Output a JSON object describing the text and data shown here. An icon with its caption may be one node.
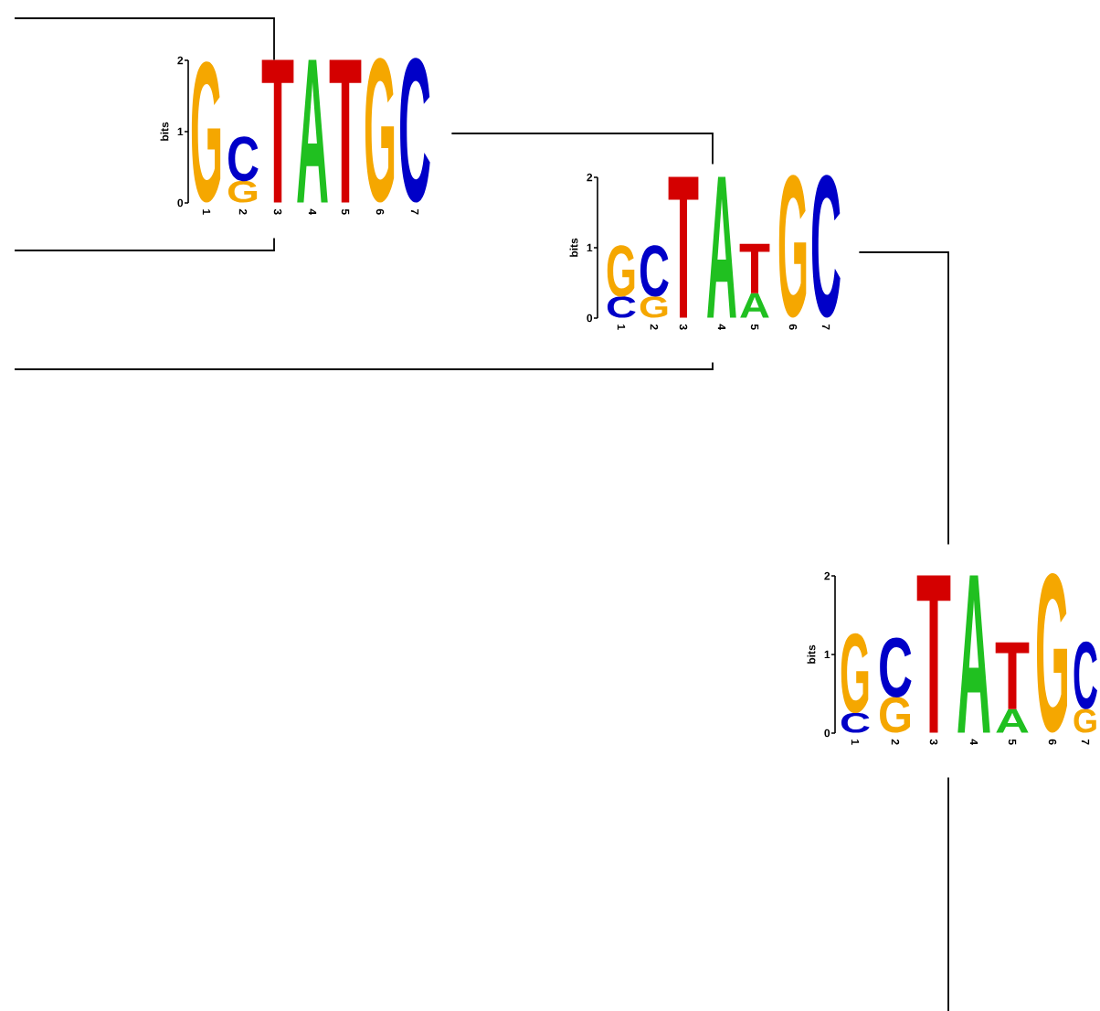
{
  "diagram": {
    "nodes": [
      {
        "text": [
          "bits",
          "2",
          "1",
          "0",
          "1",
          "2",
          "3",
          "4",
          "5",
          "6",
          "7",
          "G",
          "G",
          "C",
          "T",
          "A",
          "T",
          "G",
          "C"
        ]
      },
      {
        "text": [
          "bits",
          "2",
          "1",
          "0",
          "1",
          "2",
          "3",
          "4",
          "5",
          "6",
          "7",
          "C",
          "G",
          "G",
          "C",
          "T",
          "A",
          "A",
          "T",
          "G",
          "C"
        ]
      },
      {
        "text": [
          "bits",
          "2",
          "1",
          "0",
          "1",
          "2",
          "3",
          "4",
          "5",
          "6",
          "7",
          "C",
          "G",
          "G",
          "C",
          "T",
          "A",
          "A",
          "T",
          "G",
          "G",
          "C"
        ]
      }
    ],
    "edges": [
      {
        "from": null,
        "to": 0,
        "arrow": "none"
      },
      {
        "from": null,
        "to": 0,
        "arrow": "none"
      },
      {
        "from": 0,
        "to": 1,
        "arrow": "none"
      },
      {
        "from": null,
        "to": 1,
        "arrow": "none"
      },
      {
        "from": 1,
        "to": 2,
        "arrow": "none"
      },
      {
        "from": 2,
        "to": null,
        "arrow": "none"
      }
    ]
  }
}
